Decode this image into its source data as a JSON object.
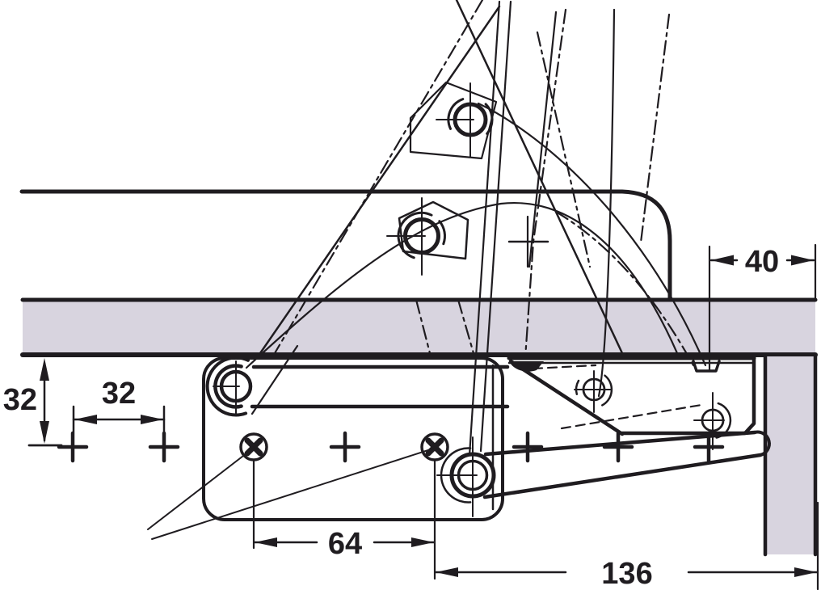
{
  "drawing": {
    "kind": "technical-installation-diagram",
    "view": "side-section-of-cabinet-with-lift-up-flap-fitting"
  },
  "dimensions": {
    "top_offset": {
      "value": "40"
    },
    "vertical_spacing": {
      "value": "32"
    },
    "horizontal_spacing": {
      "value": "32"
    },
    "screw_spacing": {
      "value": "64"
    },
    "total_depth": {
      "value": "136"
    }
  },
  "colors": {
    "ink": "#1f1c20",
    "panel_fill": "#d8d4df",
    "background": "#ffffff"
  }
}
